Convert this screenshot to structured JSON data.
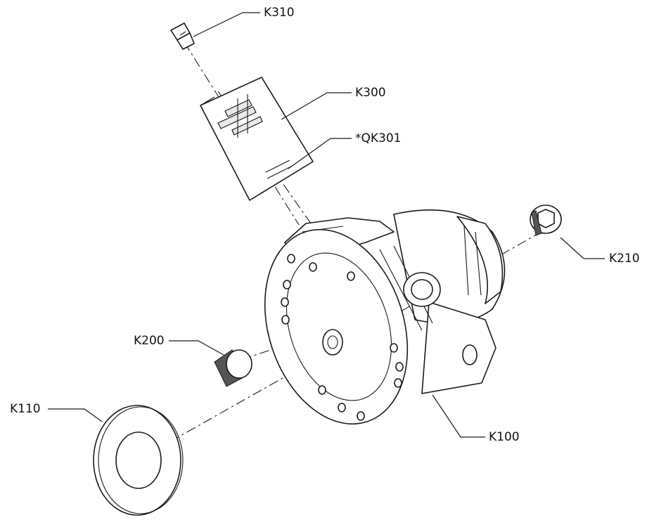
{
  "labels": {
    "k310": "K310",
    "k300": "K300",
    "qk301": "*QK301",
    "k210": "K210",
    "k200": "K200",
    "k110": "K110",
    "k100": "K100"
  }
}
